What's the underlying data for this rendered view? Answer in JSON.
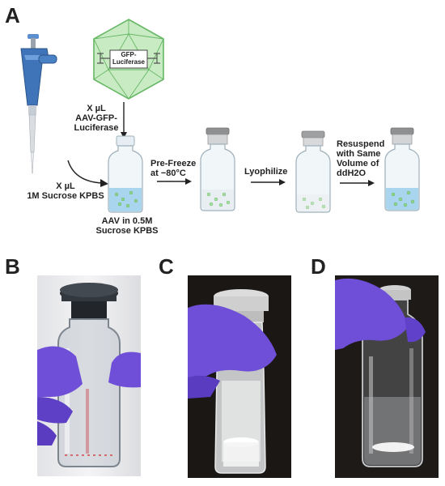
{
  "panels": {
    "a": "A",
    "b": "B",
    "c": "C",
    "d": "D"
  },
  "capsid": {
    "label": "GFP-\nLuciferase"
  },
  "steps": {
    "add_virus": "X µL\nAAV-GFP-\nLuciferase",
    "add_sucrose": "X µL\n1M Sucrose KPBS",
    "vial1_caption": "AAV in 0.5M\nSucrose KPBS",
    "prefreeze": "Pre-Freeze\nat −80°C",
    "lyophilize": "Lyophilize",
    "resuspend": "Resuspend\nwith Same\nVolume of\nddH2O"
  },
  "colors": {
    "capsid_fill": "#c9ebc4",
    "capsid_stroke": "#67b765",
    "pipette_blue": "#3f74b8",
    "liquid_blue": "#a9d6ee",
    "glove_purple": "#6f4fd8",
    "vial_cap": "#8f9092"
  }
}
